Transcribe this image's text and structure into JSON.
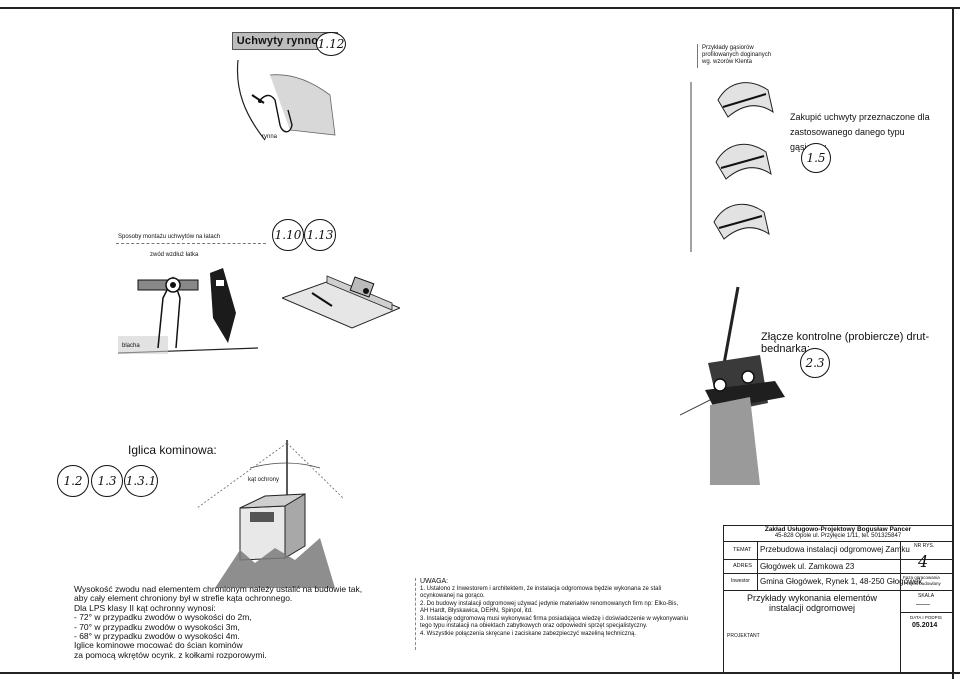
{
  "top_left": {
    "banner": "Uchwyty rynnowe",
    "badge": "1.12",
    "rynna_label": "rynna"
  },
  "mount": {
    "caption": "Sposoby montażu uchwytów na łatach",
    "sub_caption": "zwód wzdłuż łatka",
    "blacha_label": "blacha",
    "badges": [
      "1.10",
      "1.13"
    ]
  },
  "ridge": {
    "caption_lines": [
      "Przykłady gąsiorów",
      "profilowanych doginanych",
      "wg. wzorów Klenta"
    ],
    "note": "Zakupić uchwyty przeznaczone dla zastosowanego danego typu gąsiorów",
    "badge": "1.5"
  },
  "connector": {
    "label": "Złącze kontrolne (probiercze) drut-bednarka:",
    "badge": "2.3"
  },
  "chimney": {
    "label": "Iglica kominowa:",
    "badges": [
      "1.2",
      "1.3",
      "1.3.1"
    ],
    "angle_label": "kąt ochrony"
  },
  "protection_text": [
    "Wysokość zwodu nad elementem chronionym należy ustalić na budowie tak,",
    "aby cały element chroniony był w strefie kąta ochronnego.",
    "Dla LPS klasy II kąt ochronny wynosi:",
    "- 72° w przypadku zwodów o wysokości do 2m,",
    "- 70° w przypadku zwodów o wysokości 3m,",
    "- 68° w przypadku zwodów o wysokości 4m.",
    "Iglice kominowe mocować do ścian kominów",
    "za pomocą wkrętów ocynk. z kołkami rozporowymi."
  ],
  "notes": {
    "heading": "UWAGA:",
    "lines": [
      "1. Ustalono z Inwestorem i architektem, że instalacja odgromowa będzie wykonana ze stali",
      "    ocynkowanej na gorąco.",
      "2. Do budowy instalacji odgromowej używać jedynie materiałów renomowanych firm np: Elko-Bis,",
      "    AH Hardt, Błyskawica, DEHN, Spinpol, itd.",
      "3. Instalację odgromową musi wykonywać firma posiadająca wiedzę i doświadczenie w wykonywaniu",
      "    tego typu instalacji na obiektach zabytkowych oraz odpowiedni sprzęt specjalistyczny.",
      "4. Wszystkie połączenia skręcane i zaciskane zabezpieczyć wazeliną techniczną."
    ]
  },
  "title_block": {
    "company_line1": "Zakład Usługowo-Projektowy Bogusław Pancer",
    "company_line2": "45-828 Opole ul. Przyłęcie 1/11, tel. 501325847",
    "temat_label": "TEMAT",
    "temat_value": "Przebudowa instalacji odgromowej Zamku",
    "nr_rys_label": "NR RYS.",
    "nr_rys_value": "4",
    "adres_label": "ADRES",
    "adres_value": "Głogówek ul. Zamkowa 23",
    "inwestor_label": "Inwestor",
    "inwestor_value": "Gmina Głogówek, Rynek 1, 48-250 Głogówek",
    "faza_label": "Faza opracowania",
    "faza_value": "Projekt budowlany",
    "drawing_title_line1": "Przykłady wykonania elementów",
    "drawing_title_line2": "instalacji odgromowej",
    "skala_label": "SKALA",
    "skala_value": "——",
    "data_label": "DATA I PODPIS",
    "data_value": "05.2014",
    "projektant_label": "PROJEKTANT"
  }
}
